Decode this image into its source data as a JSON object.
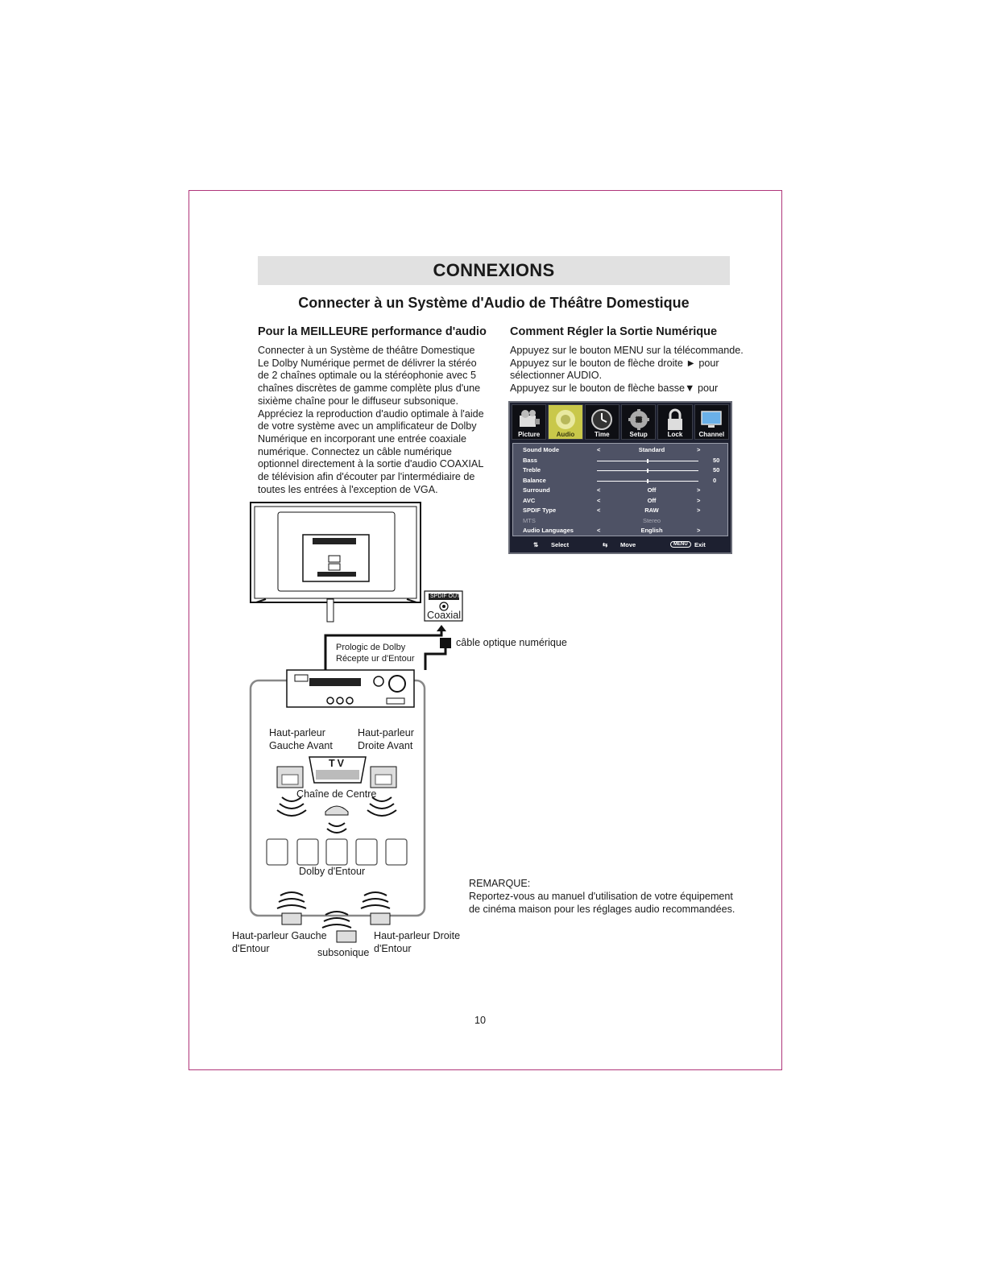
{
  "header": {
    "banner": "CONNEXIONS",
    "subtitle": "Connecter à un Système d'Audio de Théâtre Domestique"
  },
  "left": {
    "heading": "Pour la MEILLEURE performance d'audio",
    "lines": [
      "Connecter à un Système de théâtre Domestique",
      "Le Dolby Numérique permet de délivrer la stéréo",
      "de 2 chaînes optimale ou la stéréophonie avec 5",
      "chaînes discrètes de gamme complète plus d'une",
      "sixième chaîne pour le diffuseur subsonique.",
      "Appréciez la reproduction d'audio optimale à l'aide",
      "de votre système avec un amplificateur de Dolby",
      "Numérique en incorporant une entrée coaxiale",
      "numérique. Connectez un câble numérique",
      "optionnel directement à la sortie d'audio COAXIAL",
      "de télévision afin d'écouter par l'intermédiaire de",
      "toutes les entrées à l'exception de VGA."
    ]
  },
  "right": {
    "heading": "Comment Régler la Sortie Numérique",
    "lines": [
      "Appuyez sur le bouton MENU sur la télécommande.",
      "Appuyez sur le bouton de flèche droite ► pour",
      "sélectionner AUDIO.",
      "Appuyez sur le bouton de flèche basse▼ pour"
    ]
  },
  "osd": {
    "tabs": [
      "Picture",
      "Audio",
      "Time",
      "Setup",
      "Lock",
      "Channel"
    ],
    "active_tab": "Audio",
    "rows": {
      "sound_mode": {
        "name": "Sound Mode",
        "value": "Standard"
      },
      "bass": {
        "name": "Bass",
        "value": 50
      },
      "treble": {
        "name": "Treble",
        "value": 50
      },
      "balance": {
        "name": "Balance",
        "value": 0
      },
      "surround": {
        "name": "Surround",
        "value": "Off"
      },
      "avc": {
        "name": "AVC",
        "value": "Off"
      },
      "spdif": {
        "name": "SPDIF Type",
        "value": "RAW"
      },
      "mts": {
        "name": "MTS",
        "value": "Stereo"
      },
      "audio_lang": {
        "name": "Audio Languages",
        "value": "English"
      }
    },
    "footer": {
      "select": "Select",
      "move": "Move",
      "menu_key": "MENU",
      "exit": "Exit"
    }
  },
  "diagram": {
    "spdif_label": "SPDIF OUT",
    "coaxial": "Coaxial",
    "optical_cable": "câble optique numérique",
    "receiver_1": "Prologic de Dolby",
    "receiver_2": "Récepte ur d'Entour",
    "front_left_1": "Haut-parleur",
    "front_left_2": "Gauche Avant",
    "front_right_1": "Haut-parleur",
    "front_right_2": "Droite Avant",
    "tv": "TV",
    "center": "Chaîne de Centre",
    "dolby_surround": "Dolby d'Entour",
    "rear_left_1": "Haut-parleur Gauche",
    "rear_left_2": "d'Entour",
    "subwoofer": "subsonique",
    "rear_right_1": "Haut-parleur Droite",
    "rear_right_2": "d'Entour"
  },
  "note": {
    "title": "REMARQUE:",
    "line1": "Reportez-vous au manuel d'utilisation de votre équipement",
    "line2": "de cinéma maison pour les réglages audio recommandées."
  },
  "page_number": "10"
}
